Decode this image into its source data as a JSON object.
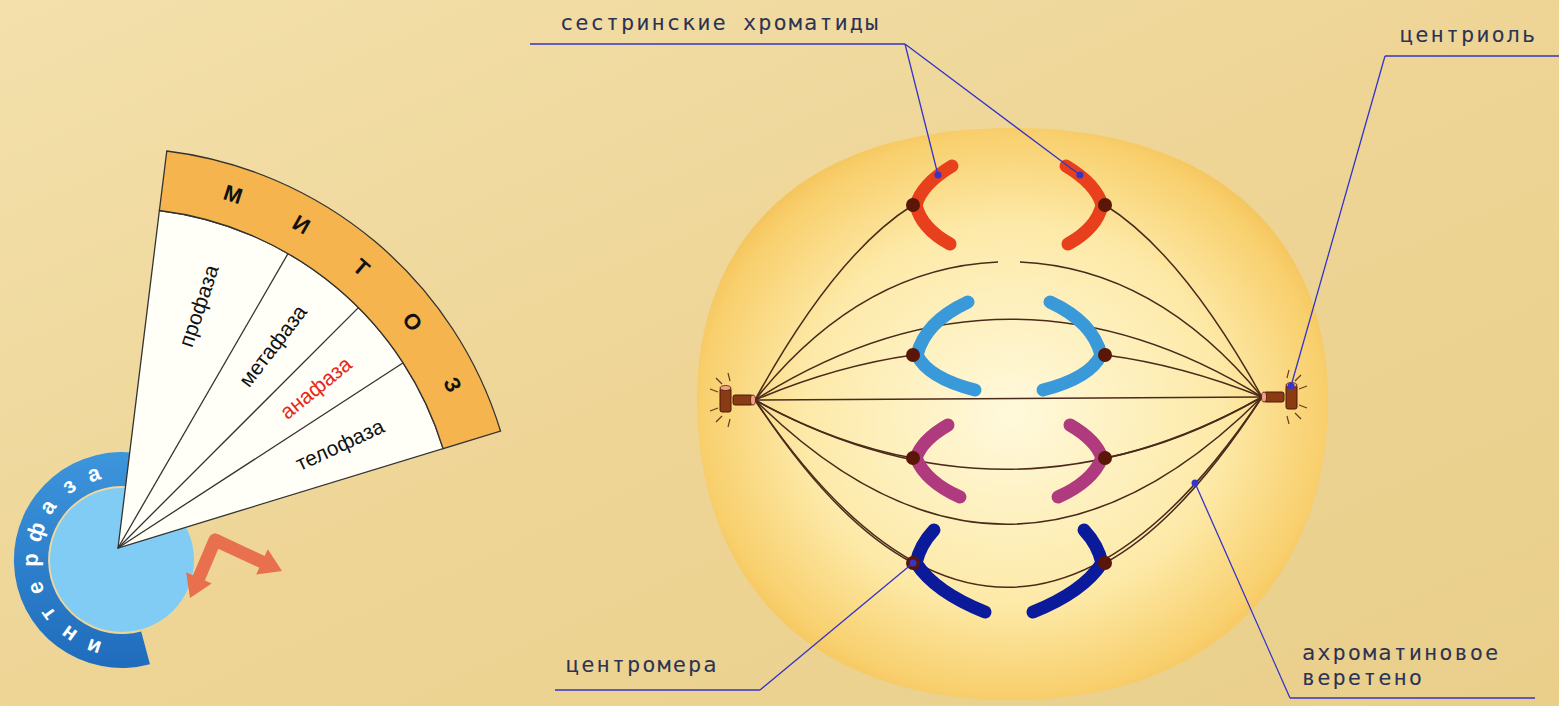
{
  "diagram": {
    "labels": [
      "МИТОЗ",
      "профаза",
      "метафаза",
      "анафаза",
      "телофаза",
      "интерфаза",
      "сестринские хроматиды",
      "центриоль",
      "центромера",
      "ахроматиновое веретено"
    ]
  }
}
